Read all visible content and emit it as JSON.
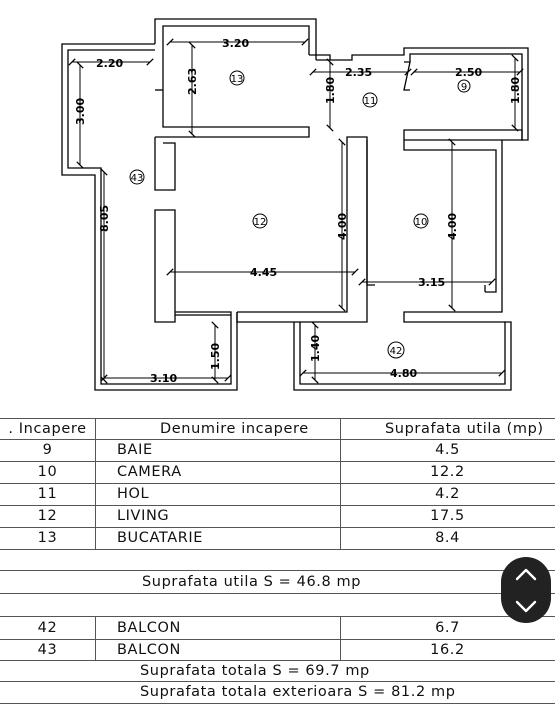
{
  "plan": {
    "dimensions": {
      "d_3_20": "3.20",
      "d_2_20": "2.20",
      "d_2_63": "2.63",
      "d_3_00": "3.00",
      "d_2_35": "2.35",
      "d_2_50": "2.50",
      "d_1_80a": "1.80",
      "d_1_80b": "1.80",
      "d_8_05": "8.05",
      "d_4_00a": "4.00",
      "d_4_00b": "4.00",
      "d_4_45": "4.45",
      "d_3_15": "3.15",
      "d_1_50": "1.50",
      "d_1_40": "1.40",
      "d_3_10": "3.10",
      "d_4_80": "4.80"
    },
    "room_markers": {
      "r13": "13",
      "r11": "11",
      "r9": "9",
      "r43": "43",
      "r12": "12",
      "r10": "10",
      "r42": "42"
    }
  },
  "table": {
    "header": {
      "no": ". Incapere",
      "name": "Denumire incapere",
      "area": "Suprafata utila (mp)"
    },
    "rooms": [
      {
        "no": "9",
        "name": "BAIE",
        "area": "4.5"
      },
      {
        "no": "10",
        "name": "CAMERA",
        "area": "12.2"
      },
      {
        "no": "11",
        "name": "HOL",
        "area": "4.2"
      },
      {
        "no": "12",
        "name": "LIVING",
        "area": "17.5"
      },
      {
        "no": "13",
        "name": "BUCATARIE",
        "area": "8.4"
      }
    ],
    "useful_total": "Suprafata utila S = 46.8 mp",
    "balconies": [
      {
        "no": "42",
        "name": "BALCON",
        "area": "6.7"
      },
      {
        "no": "43",
        "name": "BALCON",
        "area": "16.2"
      }
    ],
    "total": "Suprafata totala S = 69.7 mp",
    "total_exterior": "Suprafata totala exterioara S = 81.2 mp"
  }
}
